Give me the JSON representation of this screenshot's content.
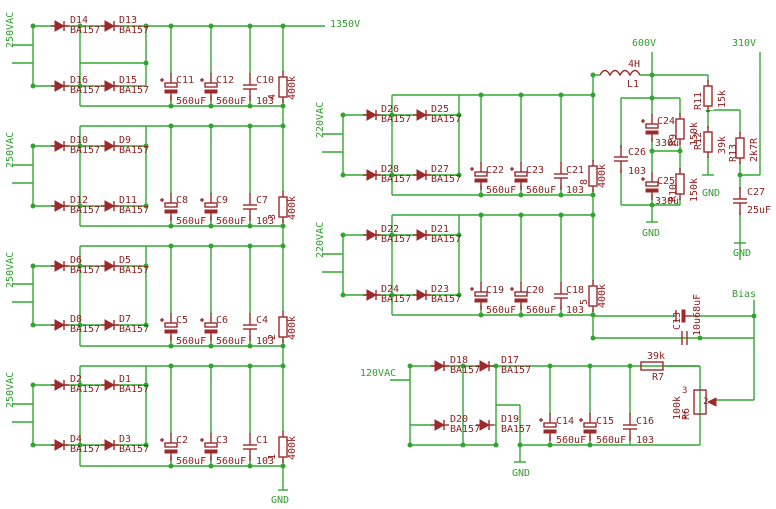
{
  "nets": {
    "v1350": "1350V",
    "v600": "600V",
    "v310": "310V",
    "bias": "Bias",
    "gnd": "GND",
    "ac250": "250VAC",
    "ac220": "220VAC",
    "ac120": "120VAC"
  },
  "diodes": {
    "part": "BA157",
    "d1": "D1",
    "d2": "D2",
    "d3": "D3",
    "d4": "D4",
    "d5": "D5",
    "d6": "D6",
    "d7": "D7",
    "d8": "D8",
    "d9": "D9",
    "d10": "D10",
    "d11": "D11",
    "d12": "D12",
    "d13": "D13",
    "d14": "D14",
    "d15": "D15",
    "d16": "D16",
    "d17": "D17",
    "d18": "D18",
    "d19": "D19",
    "d20": "D20",
    "d21": "D21",
    "d22": "D22",
    "d23": "D23",
    "d24": "D24",
    "d25": "D25",
    "d26": "D26",
    "d27": "D27",
    "d28": "D28"
  },
  "capacitors": {
    "c560": "560uF",
    "c103": "103",
    "c330": "330u",
    "c1": "C1",
    "c2": "C2",
    "c3": "C3",
    "c4": "C4",
    "c5": "C5",
    "c6": "C6",
    "c7": "C7",
    "c8": "C8",
    "c9": "C9",
    "c10": "C10",
    "c11": "C11",
    "c12": "C12",
    "c13": "C13",
    "c13v": "10u68uF",
    "c14": "C14",
    "c15": "C15",
    "c16": "C16",
    "c18": "C18",
    "c19": "C19",
    "c20": "C20",
    "c21": "C21",
    "c22": "C22",
    "c23": "C23",
    "c24": "C24",
    "c25": "C25",
    "c26": "C26",
    "c27": "C27",
    "c27v": "25uF"
  },
  "resistors": {
    "r400k": "400k",
    "r1": "1",
    "r2": "2",
    "r3": "3",
    "r4": "4",
    "r5": "5",
    "r8": "8",
    "r6": "R6",
    "r6v": "100k",
    "r7": "R7",
    "r7v": "39k",
    "r9": "R9",
    "r9v": "150k",
    "r10": "R10",
    "r10v": "150k",
    "r11": "R11",
    "r11v": "15k",
    "r12": "R12",
    "r12v": "39k",
    "r13": "R13",
    "r13v": "2k7R",
    "pin1": "1",
    "pin2": "2",
    "pin3": "3"
  },
  "inductor": {
    "name": "L1",
    "value": "4H"
  }
}
